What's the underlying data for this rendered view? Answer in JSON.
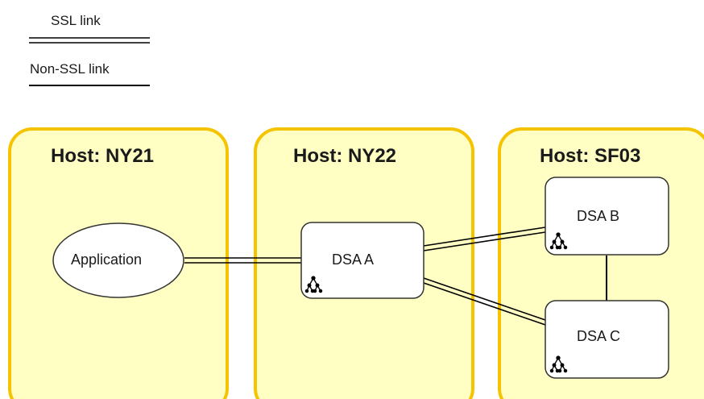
{
  "legend": {
    "ssl_label": "SSL link",
    "non_ssl_label": "Non-SSL link"
  },
  "hosts": [
    {
      "title": "Host: NY21"
    },
    {
      "title": "Host: NY22"
    },
    {
      "title": "Host: SF03"
    }
  ],
  "nodes": {
    "application": "Application",
    "dsa_a": "DSA A",
    "dsa_b": "DSA B",
    "dsa_c": "DSA C"
  },
  "links": [
    {
      "from": "Application",
      "to": "DSA A",
      "type": "SSL"
    },
    {
      "from": "DSA A",
      "to": "DSA B",
      "type": "SSL"
    },
    {
      "from": "DSA A",
      "to": "DSA C",
      "type": "SSL"
    },
    {
      "from": "DSA B",
      "to": "DSA C",
      "type": "Non-SSL"
    }
  ],
  "colors": {
    "host_fill": "#FFFFC4",
    "host_border": "#F5C400",
    "node_fill": "#FFFFFF",
    "node_border": "#333333",
    "link": "#000000"
  },
  "icons": {
    "dsa_node_icon": "tree-hierarchy-icon"
  }
}
